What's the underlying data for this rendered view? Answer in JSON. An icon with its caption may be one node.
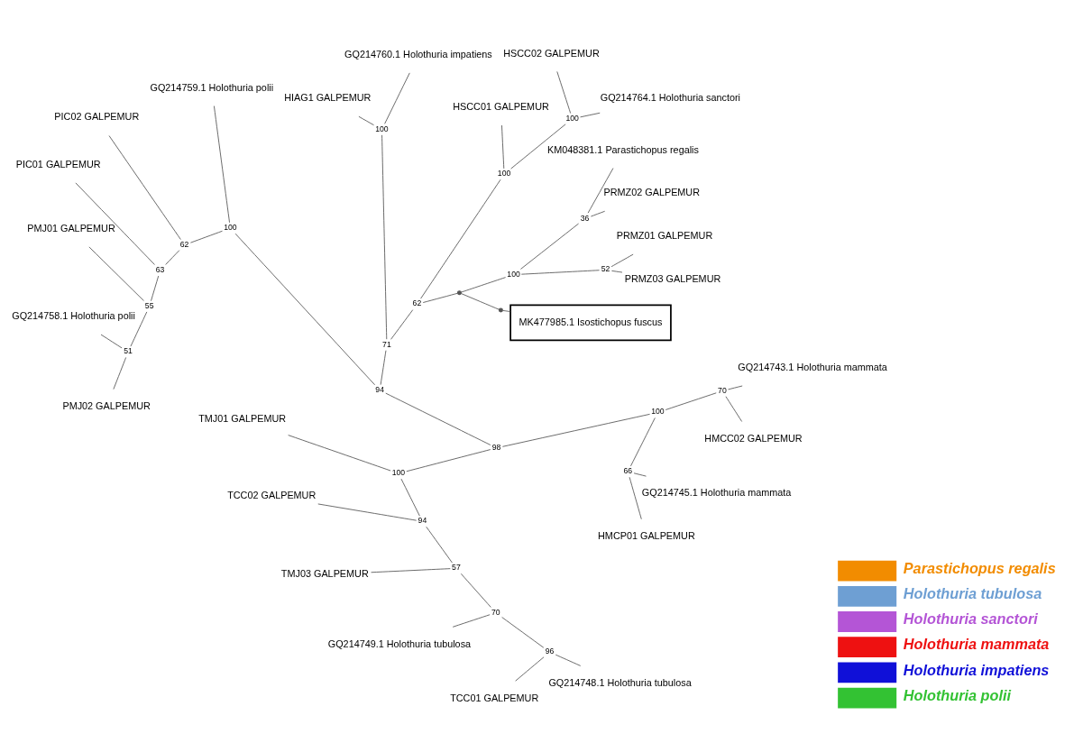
{
  "diagram": {
    "nodes": [
      {
        "text": [],
        "shape": "point"
      },
      {
        "text": [
          "MK477985.1 Isostichopus fuscus"
        ]
      },
      {
        "text": [],
        "shape": "point"
      },
      {
        "text": [
          "100"
        ]
      },
      {
        "text": [
          "52"
        ]
      },
      {
        "text": [
          "PRMZ03 GALPEMUR"
        ]
      },
      {
        "text": [
          "PRMZ01 GALPEMUR"
        ]
      },
      {
        "text": [
          "36"
        ]
      },
      {
        "text": [
          "PRMZ02 GALPEMUR"
        ]
      },
      {
        "text": [
          "KM048381.1 Parastichopus regalis"
        ]
      },
      {
        "text": [
          "62"
        ]
      },
      {
        "text": [
          "100"
        ]
      },
      {
        "text": [
          "100"
        ]
      },
      {
        "text": [
          "GQ214764.1 Holothuria sanctori"
        ]
      },
      {
        "text": [
          "HSCC02 GALPEMUR"
        ]
      },
      {
        "text": [
          "HSCC01 GALPEMUR"
        ]
      },
      {
        "text": [
          "71"
        ]
      },
      {
        "text": [
          "100"
        ]
      },
      {
        "text": [
          "GQ214760.1 Holothuria impatiens"
        ]
      },
      {
        "text": [
          "HIAG1 GALPEMUR"
        ]
      },
      {
        "text": [
          "94"
        ]
      },
      {
        "text": [
          "100"
        ]
      },
      {
        "text": [
          "GQ214759.1 Holothuria polii"
        ]
      },
      {
        "text": [
          "62"
        ]
      },
      {
        "text": [
          "PIC02 GALPEMUR"
        ]
      },
      {
        "text": [
          "63"
        ]
      },
      {
        "text": [
          "PIC01 GALPEMUR"
        ]
      },
      {
        "text": [
          "55"
        ]
      },
      {
        "text": [
          "PMJ01 GALPEMUR"
        ]
      },
      {
        "text": [
          "51"
        ]
      },
      {
        "text": [
          "GQ214758.1 Holothuria polii"
        ]
      },
      {
        "text": [
          "PMJ02 GALPEMUR"
        ]
      },
      {
        "text": [
          "98"
        ]
      },
      {
        "text": [
          "100"
        ]
      },
      {
        "text": [
          "TMJ01 GALPEMUR"
        ]
      },
      {
        "text": [
          "94"
        ]
      },
      {
        "text": [
          "TCC02 GALPEMUR"
        ]
      },
      {
        "text": [
          "57"
        ]
      },
      {
        "text": [
          "TMJ03 GALPEMUR"
        ]
      },
      {
        "text": [
          "70"
        ]
      },
      {
        "text": [
          "GQ214749.1 Holothuria tubulosa"
        ]
      },
      {
        "text": [
          "96"
        ]
      },
      {
        "text": [
          "TCC01 GALPEMUR"
        ]
      },
      {
        "text": [
          "GQ214748.1 Holothuria tubulosa"
        ]
      },
      {
        "text": [
          "100"
        ]
      },
      {
        "text": [
          "66"
        ]
      },
      {
        "text": [
          "HMCP01 GALPEMUR"
        ]
      },
      {
        "text": [
          "GQ214745.1 Holothuria mammata"
        ]
      },
      {
        "text": [
          "70"
        ]
      },
      {
        "text": [
          "HMCC02 GALPEMUR"
        ]
      },
      {
        "text": [
          "GQ214743.1 Holothuria mammata"
        ]
      }
    ],
    "edges": [
      {
        "from": 0,
        "to": 1,
        "arrow": "none"
      },
      {
        "from": 0,
        "to": 2,
        "arrow": "none"
      },
      {
        "from": 2,
        "to": 3,
        "arrow": "none"
      },
      {
        "from": 3,
        "to": 4,
        "arrow": "none"
      },
      {
        "from": 4,
        "to": 5,
        "arrow": "none"
      },
      {
        "from": 4,
        "to": 6,
        "arrow": "none"
      },
      {
        "from": 3,
        "to": 7,
        "arrow": "none"
      },
      {
        "from": 7,
        "to": 8,
        "arrow": "none"
      },
      {
        "from": 7,
        "to": 9,
        "arrow": "none"
      },
      {
        "from": 2,
        "to": 10,
        "arrow": "none"
      },
      {
        "from": 10,
        "to": 11,
        "arrow": "none"
      },
      {
        "from": 11,
        "to": 12,
        "arrow": "none"
      },
      {
        "from": 12,
        "to": 13,
        "arrow": "none"
      },
      {
        "from": 12,
        "to": 14,
        "arrow": "none"
      },
      {
        "from": 11,
        "to": 15,
        "arrow": "none"
      },
      {
        "from": 10,
        "to": 16,
        "arrow": "none"
      },
      {
        "from": 16,
        "to": 17,
        "arrow": "none"
      },
      {
        "from": 17,
        "to": 18,
        "arrow": "none"
      },
      {
        "from": 17,
        "to": 19,
        "arrow": "none"
      },
      {
        "from": 16,
        "to": 20,
        "arrow": "none"
      },
      {
        "from": 20,
        "to": 21,
        "arrow": "none"
      },
      {
        "from": 21,
        "to": 22,
        "arrow": "none"
      },
      {
        "from": 21,
        "to": 23,
        "arrow": "none"
      },
      {
        "from": 23,
        "to": 24,
        "arrow": "none"
      },
      {
        "from": 23,
        "to": 25,
        "arrow": "none"
      },
      {
        "from": 25,
        "to": 26,
        "arrow": "none"
      },
      {
        "from": 25,
        "to": 27,
        "arrow": "none"
      },
      {
        "from": 27,
        "to": 28,
        "arrow": "none"
      },
      {
        "from": 27,
        "to": 29,
        "arrow": "none"
      },
      {
        "from": 29,
        "to": 30,
        "arrow": "none"
      },
      {
        "from": 29,
        "to": 31,
        "arrow": "none"
      },
      {
        "from": 20,
        "to": 32,
        "arrow": "none"
      },
      {
        "from": 32,
        "to": 33,
        "arrow": "none"
      },
      {
        "from": 33,
        "to": 34,
        "arrow": "none"
      },
      {
        "from": 33,
        "to": 35,
        "arrow": "none"
      },
      {
        "from": 35,
        "to": 36,
        "arrow": "none"
      },
      {
        "from": 35,
        "to": 37,
        "arrow": "none"
      },
      {
        "from": 37,
        "to": 38,
        "arrow": "none"
      },
      {
        "from": 37,
        "to": 39,
        "arrow": "none"
      },
      {
        "from": 39,
        "to": 40,
        "arrow": "none"
      },
      {
        "from": 39,
        "to": 41,
        "arrow": "none"
      },
      {
        "from": 41,
        "to": 42,
        "arrow": "none"
      },
      {
        "from": 41,
        "to": 43,
        "arrow": "none"
      },
      {
        "from": 32,
        "to": 44,
        "arrow": "none"
      },
      {
        "from": 44,
        "to": 45,
        "arrow": "none"
      },
      {
        "from": 45,
        "to": 46,
        "arrow": "none"
      },
      {
        "from": 45,
        "to": 47,
        "arrow": "none"
      },
      {
        "from": 44,
        "to": 48,
        "arrow": "none"
      },
      {
        "from": 48,
        "to": 49,
        "arrow": "none"
      },
      {
        "from": 48,
        "to": 50,
        "arrow": "none"
      }
    ],
    "legend": [
      {
        "text": "Parastichopus regalis",
        "color": "#f28c00"
      },
      {
        "text": "Holothuria tubulosa",
        "color": "#6e9fd3"
      },
      {
        "text": "Holothuria sanctori",
        "color": "#b455d6"
      },
      {
        "text": "Holothuria mammata",
        "color": "#ee1111"
      },
      {
        "text": "Holothuria impatiens",
        "color": "#1010d8"
      },
      {
        "text": "Holothuria polii",
        "color": "#33c233"
      }
    ]
  }
}
